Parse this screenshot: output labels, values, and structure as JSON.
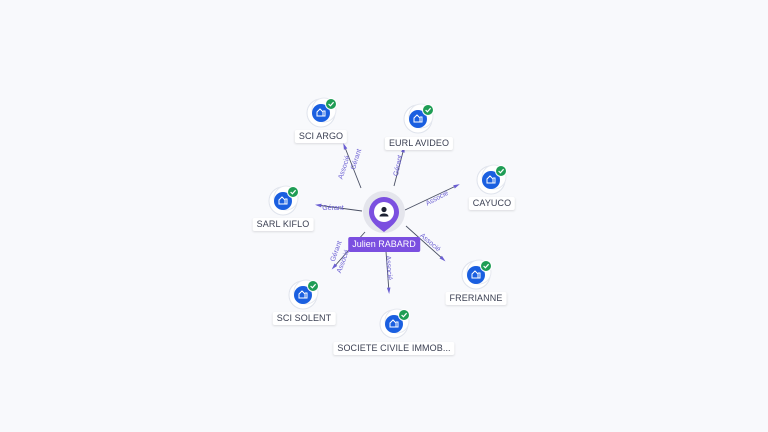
{
  "colors": {
    "accent": "#7b4fe0",
    "company_icon": "#1a5fe0",
    "check_badge": "#1f9d55",
    "edge": "#4a5064",
    "edge_label": "#6b5fd3"
  },
  "center": {
    "name": "Julien RABARD",
    "icon": "person-icon"
  },
  "companies": [
    {
      "id": "sci-argo",
      "name": "SCI ARGO",
      "icon": "building-icon",
      "badge": "check-icon"
    },
    {
      "id": "eurl-avideo",
      "name": "EURL AVIDEO",
      "icon": "building-icon",
      "badge": "check-icon"
    },
    {
      "id": "cayuco",
      "name": "CAYUCO",
      "icon": "building-icon",
      "badge": "check-icon"
    },
    {
      "id": "sarl-kiflo",
      "name": "SARL KIFLO",
      "icon": "building-icon",
      "badge": "check-icon"
    },
    {
      "id": "frerianne",
      "name": "FRERIANNE",
      "icon": "building-icon",
      "badge": "check-icon"
    },
    {
      "id": "sci-solent",
      "name": "SCI SOLENT",
      "icon": "building-icon",
      "badge": "check-icon"
    },
    {
      "id": "societe-civile",
      "name": "SOCIETE CIVILE IMMOB...",
      "icon": "building-icon",
      "badge": "check-icon"
    }
  ],
  "edges": [
    {
      "to": "sci-argo",
      "labels": [
        "Gérant",
        "Associé"
      ]
    },
    {
      "to": "eurl-avideo",
      "labels": [
        "Gérant"
      ]
    },
    {
      "to": "cayuco",
      "labels": [
        "Associé"
      ]
    },
    {
      "to": "sarl-kiflo",
      "labels": [
        "Gérant"
      ]
    },
    {
      "to": "frerianne",
      "labels": [
        "Associé"
      ]
    },
    {
      "to": "sci-solent",
      "labels": [
        "Gérant",
        "Associé"
      ]
    },
    {
      "to": "societe-civile",
      "labels": [
        "Associé"
      ]
    }
  ]
}
